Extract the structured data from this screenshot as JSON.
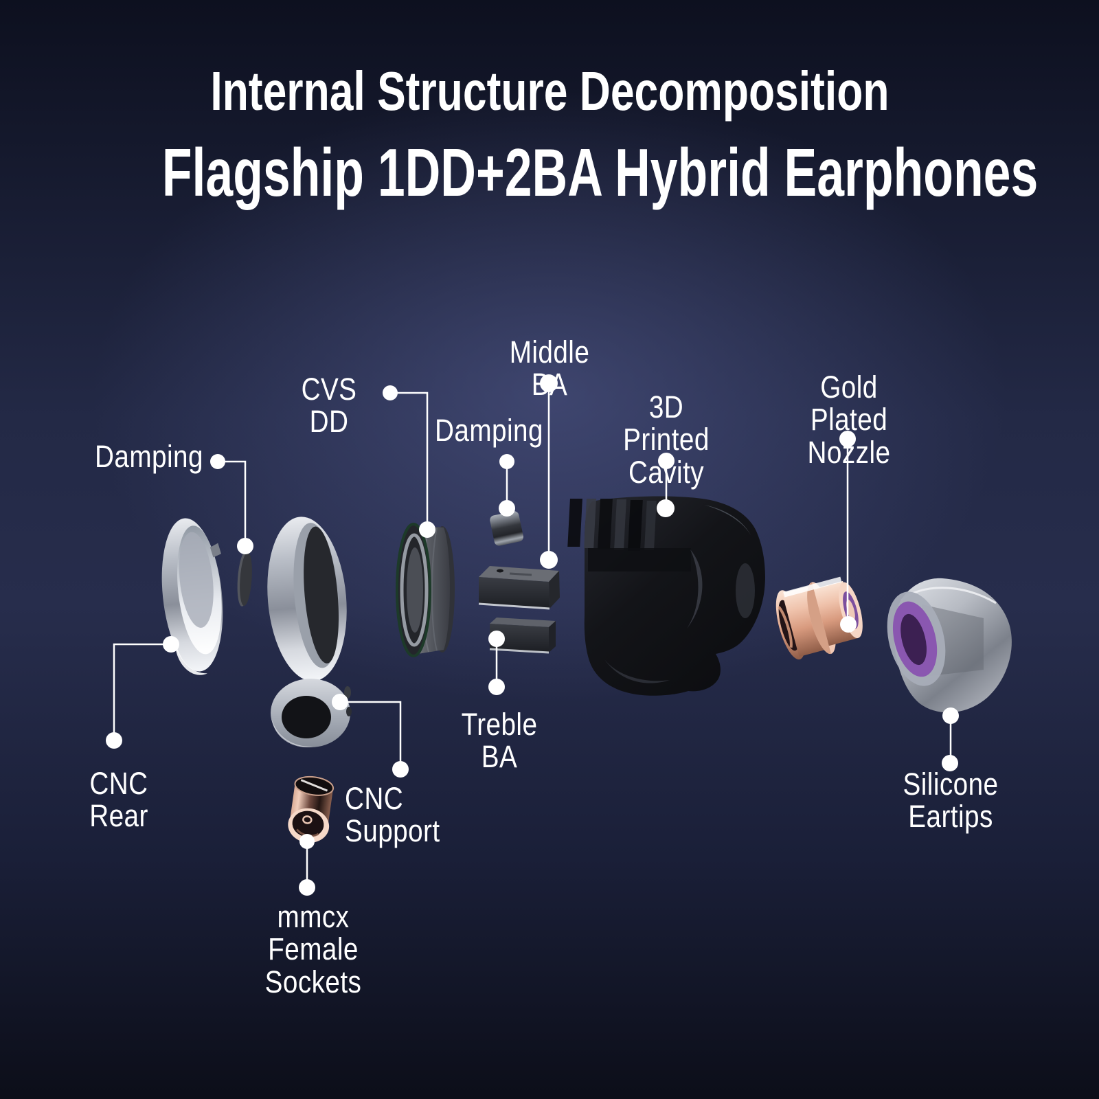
{
  "title": {
    "line1": "Internal Structure Decomposition",
    "line2": "Flagship 1DD+2BA Hybrid Earphones"
  },
  "labels": {
    "damping_left": {
      "text": "Damping"
    },
    "cnc_rear": {
      "text": "CNC Rear"
    },
    "cvs_dd": {
      "text": "CVS DD"
    },
    "damping_mid": {
      "text": "Damping"
    },
    "middle_ba": {
      "text": "Middle BA"
    },
    "treble_ba": {
      "text": "Treble BA"
    },
    "printed_cavity": {
      "text": "3D Printed\nCavity"
    },
    "gold_nozzle": {
      "text": "Gold Plated\nNozzle"
    },
    "silicone_eartips": {
      "text": "Silicone Eartips"
    },
    "cnc_support": {
      "text": "CNC Support"
    },
    "mmcx_sockets": {
      "text": "mmcx Female Sockets"
    }
  },
  "colors": {
    "background_center": "#3a4060",
    "background_edge": "#0d101f",
    "text": "#ffffff",
    "callout_line": "#ffffff",
    "metal_silver": "#c9cdd4",
    "rose_gold": "#e9bba4",
    "purple_accent": "#8a57b0",
    "shell_black": "#15161b",
    "driver_green_rim": "#1d3a29"
  }
}
